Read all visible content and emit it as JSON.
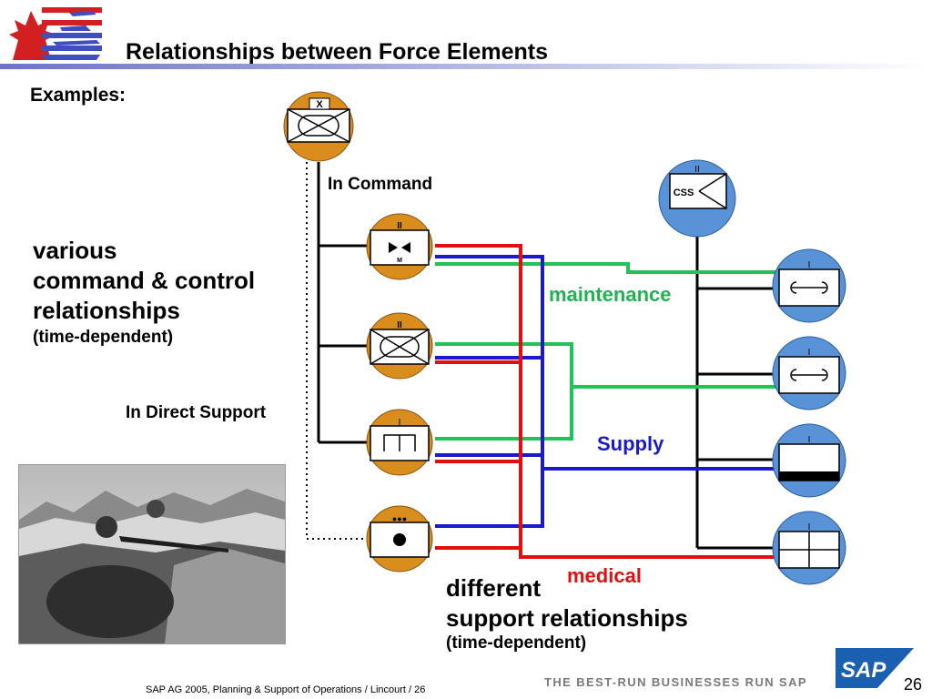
{
  "header": {
    "title": "Relationships between Force Elements"
  },
  "examples_label": "Examples:",
  "left_text": {
    "line1": "various",
    "line2": "command & control",
    "line3": "relationships",
    "line4": "(time-dependent)"
  },
  "bottom_text": {
    "line1": "different",
    "line2": "support relationships",
    "line3": "(time-dependent)"
  },
  "relationship_labels": {
    "in_command": "In Command",
    "in_direct_support": "In Direct Support"
  },
  "support_labels": {
    "maintenance": "maintenance",
    "supply": "Supply",
    "medical": "medical"
  },
  "symbols": {
    "brigade_echelon": "X",
    "battalion_echelon": "II",
    "company_echelon": "I",
    "css": "CSS",
    "medical_echelon": "●●●",
    "maint_unit_letter": "M"
  },
  "colors": {
    "maintenance": "#1fc35a",
    "supply": "#1a1acc",
    "medical": "#e01010",
    "combat_unit": "#d98d1c",
    "support_unit": "#5a92d8"
  },
  "footer": {
    "text": "SAP AG 2005, Planning & Support of Operations / Lincourt / 26",
    "slogan": "THE BEST-RUN BUSINESSES RUN SAP",
    "page": "26",
    "sap_logo": "SAP"
  }
}
